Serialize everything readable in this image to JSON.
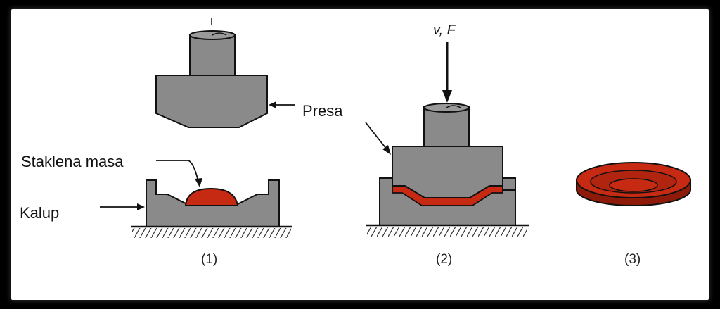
{
  "labels": {
    "presa": "Presa",
    "staklena_masa": "Staklena masa",
    "kalup": "Kalup",
    "force": "v, F"
  },
  "steps": [
    "(1)",
    "(2)",
    "(3)"
  ],
  "colors": {
    "metal": "#8a8a8a",
    "outline": "#111111",
    "glass": "#c62a12",
    "glass_dark": "#8e1a0a",
    "background": "#ffffff",
    "frame": "#000000"
  }
}
